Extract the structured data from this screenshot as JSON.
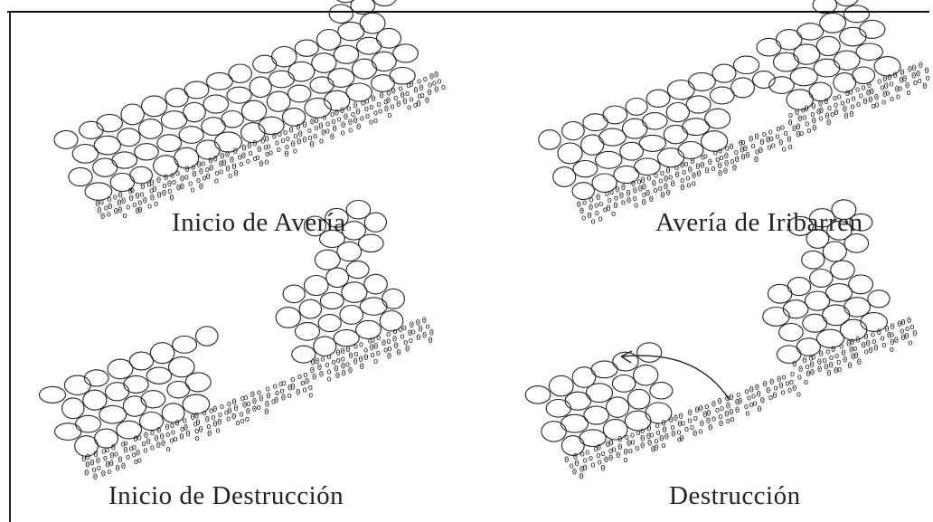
{
  "panels": [
    {
      "id": "p1",
      "label": "Inicio de Avería",
      "damage": "none"
    },
    {
      "id": "p2",
      "label": "Avería de Iribarren",
      "damage": "slope-gap"
    },
    {
      "id": "p3",
      "label": "Inicio de Destrucción",
      "damage": "large-gap"
    },
    {
      "id": "p4",
      "label": "Destrucción",
      "damage": "broken",
      "arrow": true
    }
  ],
  "colors": {
    "stroke": "#222222",
    "background": "#ffffff"
  }
}
